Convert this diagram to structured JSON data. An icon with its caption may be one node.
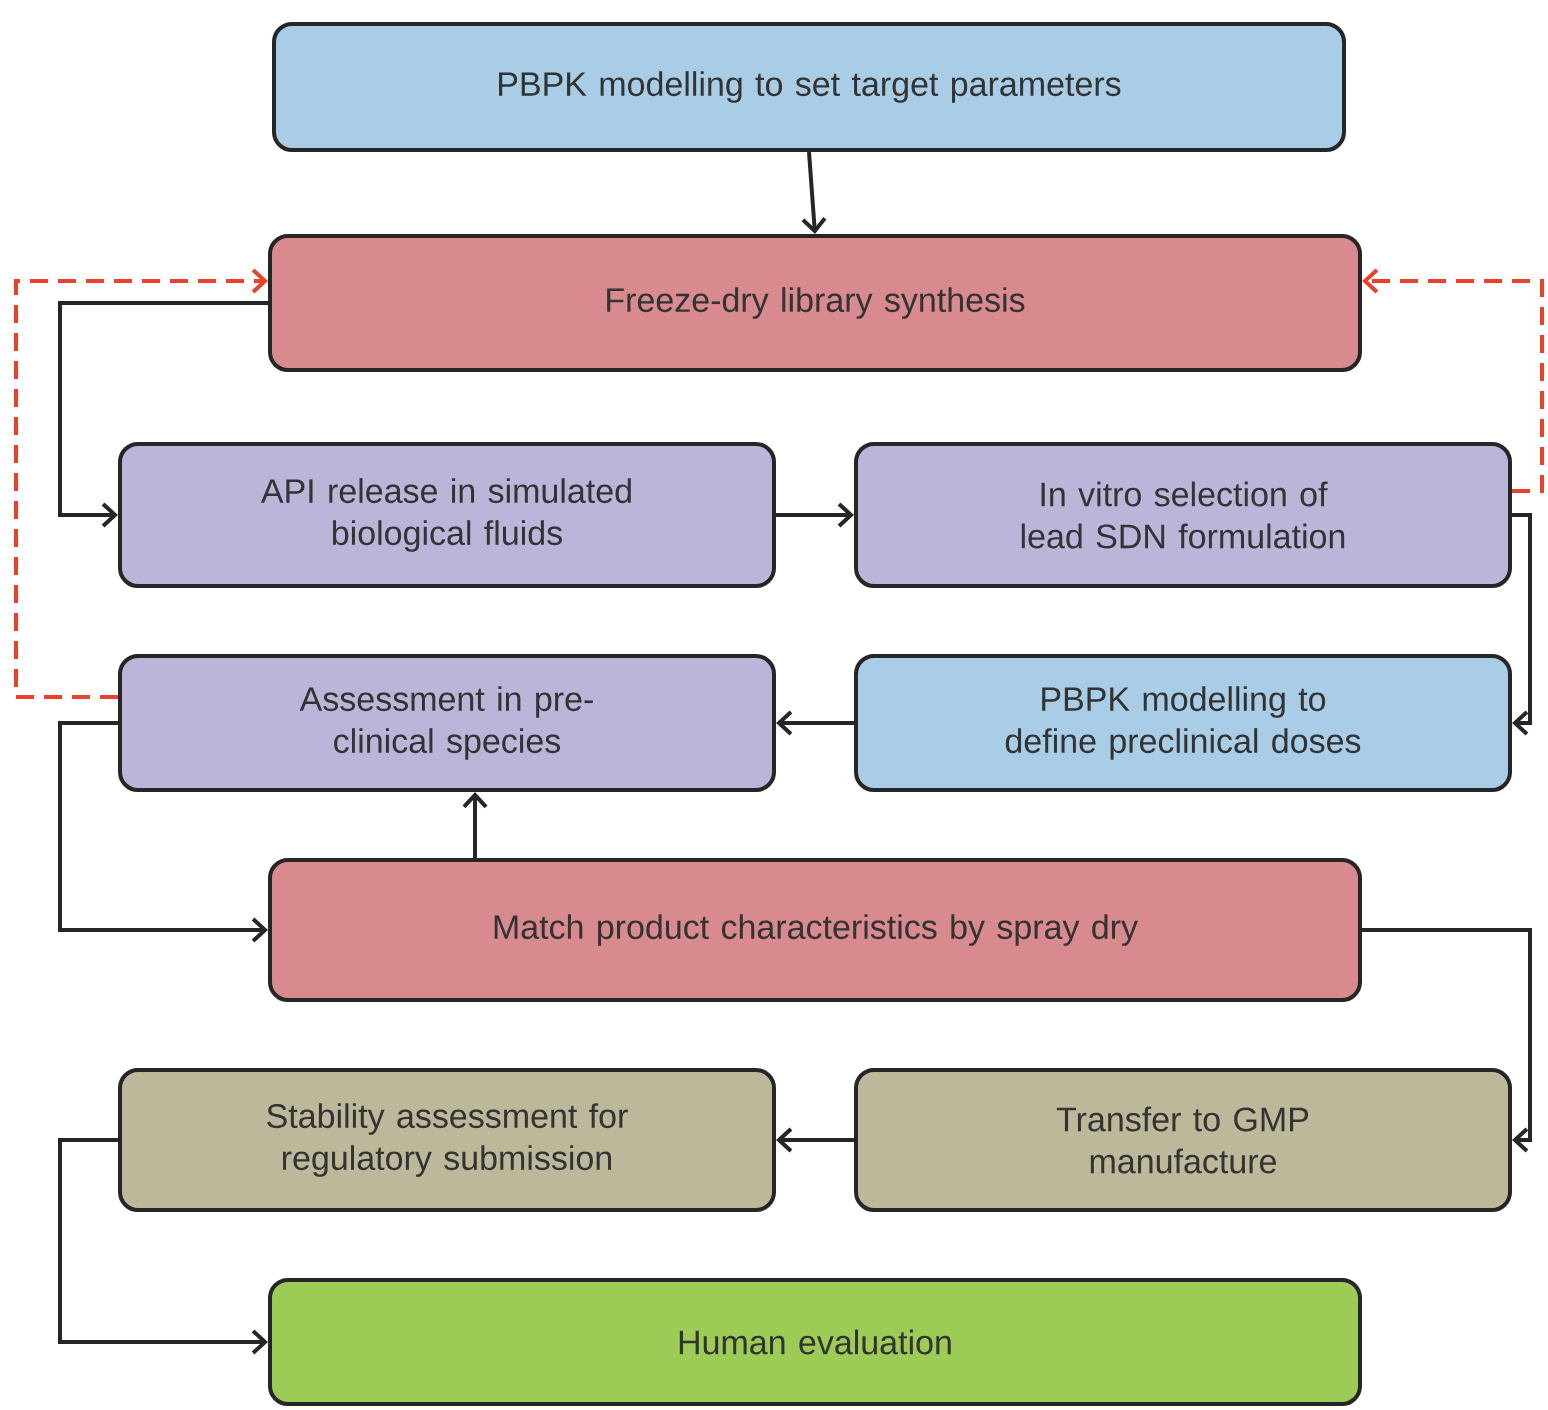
{
  "diagram": {
    "nodes": [
      {
        "text": [
          "PBPK modelling to set target parameters"
        ]
      },
      {
        "text": [
          "Freeze-dry library synthesis"
        ]
      },
      {
        "text": [
          "API release in simulated biological fluids"
        ]
      },
      {
        "text": [
          "In vitro selection of lead SDN formulation"
        ]
      },
      {
        "text": [
          "Assessment in pre-clinical species"
        ]
      },
      {
        "text": [
          "PBPK modelling to define preclinical doses"
        ]
      },
      {
        "text": [
          "Match product characteristics by spray dry"
        ]
      },
      {
        "text": [
          "Stability assessment for regulatory submission"
        ]
      },
      {
        "text": [
          "Transfer to GMP manufacture"
        ]
      },
      {
        "text": [
          "Human evaluation"
        ]
      }
    ],
    "edges": [
      {
        "from": 0,
        "to": 1,
        "arrow": "to"
      },
      {
        "from": 1,
        "to": 2,
        "arrow": "to"
      },
      {
        "from": 2,
        "to": 3,
        "arrow": "to"
      },
      {
        "from": 3,
        "to": 1,
        "arrow": "to",
        "style": "dashed",
        "color": "#e8412c"
      },
      {
        "from": 3,
        "to": 5,
        "arrow": "to"
      },
      {
        "from": 4,
        "to": 1,
        "arrow": "to",
        "style": "dashed",
        "color": "#e8412c"
      },
      {
        "from": 5,
        "to": 4,
        "arrow": "to"
      },
      {
        "from": 4,
        "to": 6,
        "arrow": "to"
      },
      {
        "from": 6,
        "to": 4,
        "arrow": "to"
      },
      {
        "from": 6,
        "to": 8,
        "arrow": "to"
      },
      {
        "from": 8,
        "to": 7,
        "arrow": "to"
      },
      {
        "from": 7,
        "to": 9,
        "arrow": "to"
      }
    ]
  }
}
